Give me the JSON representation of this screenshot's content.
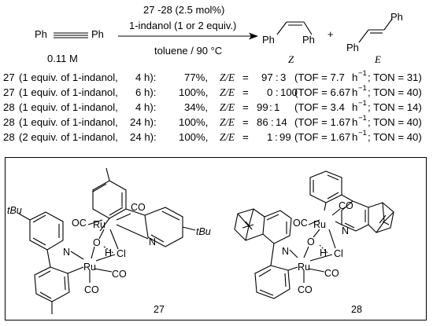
{
  "reaction": {
    "reactant_left": "Ph",
    "reactant_right": "Ph",
    "concentration": "0.11 M",
    "catalyst_line": "27 -28 (2.5 mol%)",
    "additive_line": "1-indanol (1 or 2 equiv.)",
    "conditions_line": "toluene / 90 °C",
    "plus": "+",
    "product_z_label": "Z",
    "product_e_label": "E",
    "ph": "Ph"
  },
  "results": [
    {
      "cat": "27",
      "cond": "(1 equiv. of 1-indanol,",
      "time": "4 h):",
      "yield": "77%,",
      "ze_label": "Z/E",
      "eq": "=",
      "ratio_z": "97",
      "ratio_e": "3",
      "tof_label": "(TOF = 7.7",
      "unit": "h",
      "sup": "−1",
      "ton": "; TON = 31)"
    },
    {
      "cat": "27",
      "cond": "(1 equiv. of 1-indanol,",
      "time": "6 h):",
      "yield": "100%,",
      "ze_label": "Z/E",
      "eq": "=",
      "ratio_z": "0",
      "ratio_e": "100",
      "tof_label": "(TOF = 6.67",
      "unit": "h",
      "sup": "−1",
      "ton": "; TON = 40)"
    },
    {
      "cat": "28",
      "cond": "(1 equiv. of 1-indanol,",
      "time": "4 h):",
      "yield": "34%,",
      "ze_label": "Z/E",
      "eq": "=",
      "ratio_z": "99",
      "ratio_e": "1",
      "tof_label": "(TOF = 3.4",
      "unit": "h",
      "sup": "−1",
      "ton": "; TON = 14)"
    },
    {
      "cat": "28",
      "cond": "(1 equiv. of 1-indanol,",
      "time": "24 h):",
      "yield": "100%,",
      "ze_label": "Z/E",
      "eq": "=",
      "ratio_z": "86",
      "ratio_e": "14",
      "tof_label": "(TOF = 1.67",
      "unit": "h",
      "sup": "−1",
      "ton": "; TON = 40)"
    },
    {
      "cat": "28",
      "cond": "(2 equiv. of 1-indanol,",
      "time": "24 h):",
      "yield": "100%,",
      "ze_label": "Z/E",
      "eq": "=",
      "ratio_z": "1",
      "ratio_e": "99",
      "tof_label": "(TOF = 1.67",
      "unit": "h",
      "sup": "−1",
      "ton": "; TON = 40)"
    }
  ],
  "complex27": {
    "label": "27",
    "metal": "Ru",
    "co": "CO",
    "oc": "OC",
    "o": "O",
    "h": "H",
    "cl": "Cl",
    "n": "N",
    "tbu": "tBu"
  },
  "complex28": {
    "label": "28",
    "metal": "Ru",
    "co": "CO",
    "oc": "OC",
    "o": "O",
    "h": "H",
    "cl": "Cl",
    "n": "N"
  }
}
